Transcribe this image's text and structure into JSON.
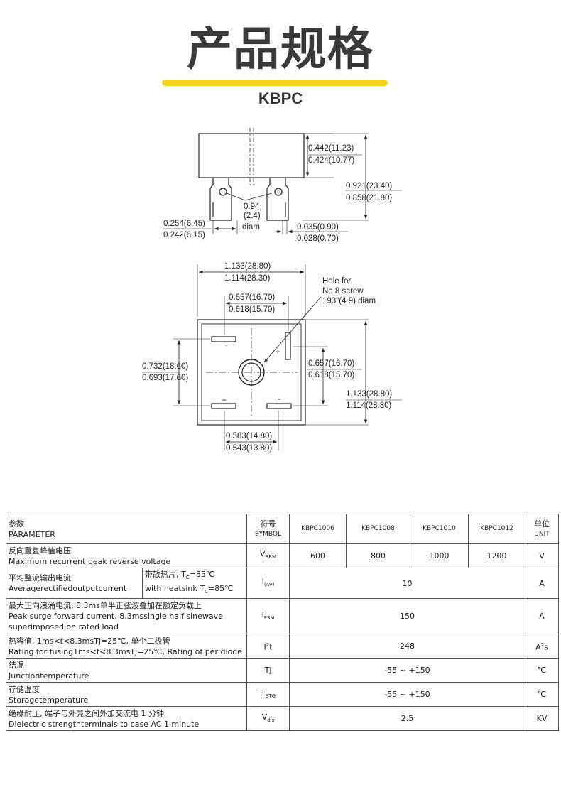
{
  "header": {
    "title": "产品规格",
    "subtitle": "KBPC"
  },
  "drawing": {
    "side_view": {
      "height_top": "0.442(11.23)",
      "height_bottom": "0.424(10.77)",
      "total_top": "0.921(23.40)",
      "total_bottom": "0.858(21.80)",
      "hole_1": "0.94",
      "hole_2": "(2.4)",
      "hole_3": "diam",
      "term_spacing_top": "0.254(6.45)",
      "term_spacing_bottom": "0.242(6.15)",
      "term_thick_top": "0.035(0.90)",
      "term_thick_bottom": "0.028(0.70)"
    },
    "top_view": {
      "width_top": "1.133(28.80)",
      "width_bottom": "1.114(28.30)",
      "hole_note_1": "Hole for",
      "hole_note_2": "No.8 screw",
      "hole_note_3": "193\"(4.9) diam",
      "inner_w_top": "0.657(16.70)",
      "inner_w_bottom": "0.618(15.70)",
      "left_h_top": "0.732(18.60)",
      "left_h_bottom": "0.693(17.60)",
      "right_h_top": "0.657(16.70)",
      "right_h_bottom": "0.618(15.70)",
      "total_h_top": "1.133(28.80)",
      "total_h_bottom": "1.114(28.30)",
      "bottom_w_top": "0.583(14.80)",
      "bottom_w_bottom": "0.543(13.80)",
      "sym_ac": "~",
      "sym_plus": "+",
      "sym_minus": "–"
    }
  },
  "table": {
    "header": {
      "param_cn": "参数",
      "param_en": "PARAMETER",
      "symbol_cn": "符号",
      "symbol_en": "SYMBOL",
      "models": [
        "KBPC1006",
        "KBPC1008",
        "KBPC1010",
        "KBPC1012"
      ],
      "unit_cn": "单位",
      "unit_en": "UNIT"
    },
    "rows": {
      "vrrm": {
        "cn": "反向重复峰值电压",
        "en": "Maximum recurrent peak reverse voltage",
        "sym_main": "V",
        "sym_sub": "RRM",
        "values": [
          "600",
          "800",
          "1000",
          "1200"
        ],
        "unit": "V"
      },
      "iav": {
        "cn": "平均整流输出电流",
        "en": "Averagerectifiedoutputcurrent",
        "cond_cn_a": "带散热片, T",
        "cond_cn_sub": "C",
        "cond_cn_b": "=85℃",
        "cond_en_a": "with heatsink T",
        "cond_en_sub": "C",
        "cond_en_b": "=85℃",
        "sym_main": "I",
        "sym_sub": "(AV)",
        "value": "10",
        "unit": "A"
      },
      "ifsm": {
        "cn": "最大正向浪涌电流, 8.3ms单半正弦波叠加在额定负载上",
        "en1": "Peak surge forward current, 8.3mssingle half sinewave",
        "en2": "superimposed on rated load",
        "sym_main": "I",
        "sym_sub": "FSM",
        "value": "150",
        "unit": "A"
      },
      "i2t": {
        "cn_a": "热容值",
        "cn_b": "1ms<t<8.3msTj=25℃, 单个二极管",
        "en": "Rating for fusing1ms<t<8.3msTj=25℃, Rating of per diode",
        "sym_main": "I",
        "sym_sup": "2",
        "sym_tail": "t",
        "value": "248",
        "unit_main": "A",
        "unit_sup": "2",
        "unit_tail": "s"
      },
      "tj": {
        "cn": "结温",
        "en": "Junctiontemperature",
        "sym": "Tj",
        "value": "-55 ~ +150",
        "unit": "℃"
      },
      "tstg": {
        "cn": "存储温度",
        "en": "Storagetemperature",
        "sym_main": "T",
        "sym_sub": "STG",
        "value": "-55 ~ +150",
        "unit": "℃"
      },
      "vdis": {
        "cn": "绝缘耐压, 端子与外壳之间外加交流电 1 分钟",
        "en": "Dielectric strengthterminals to case AC 1 minute",
        "sym_main": "V",
        "sym_sub": "dis",
        "value": "2.5",
        "unit": "KV"
      }
    }
  }
}
